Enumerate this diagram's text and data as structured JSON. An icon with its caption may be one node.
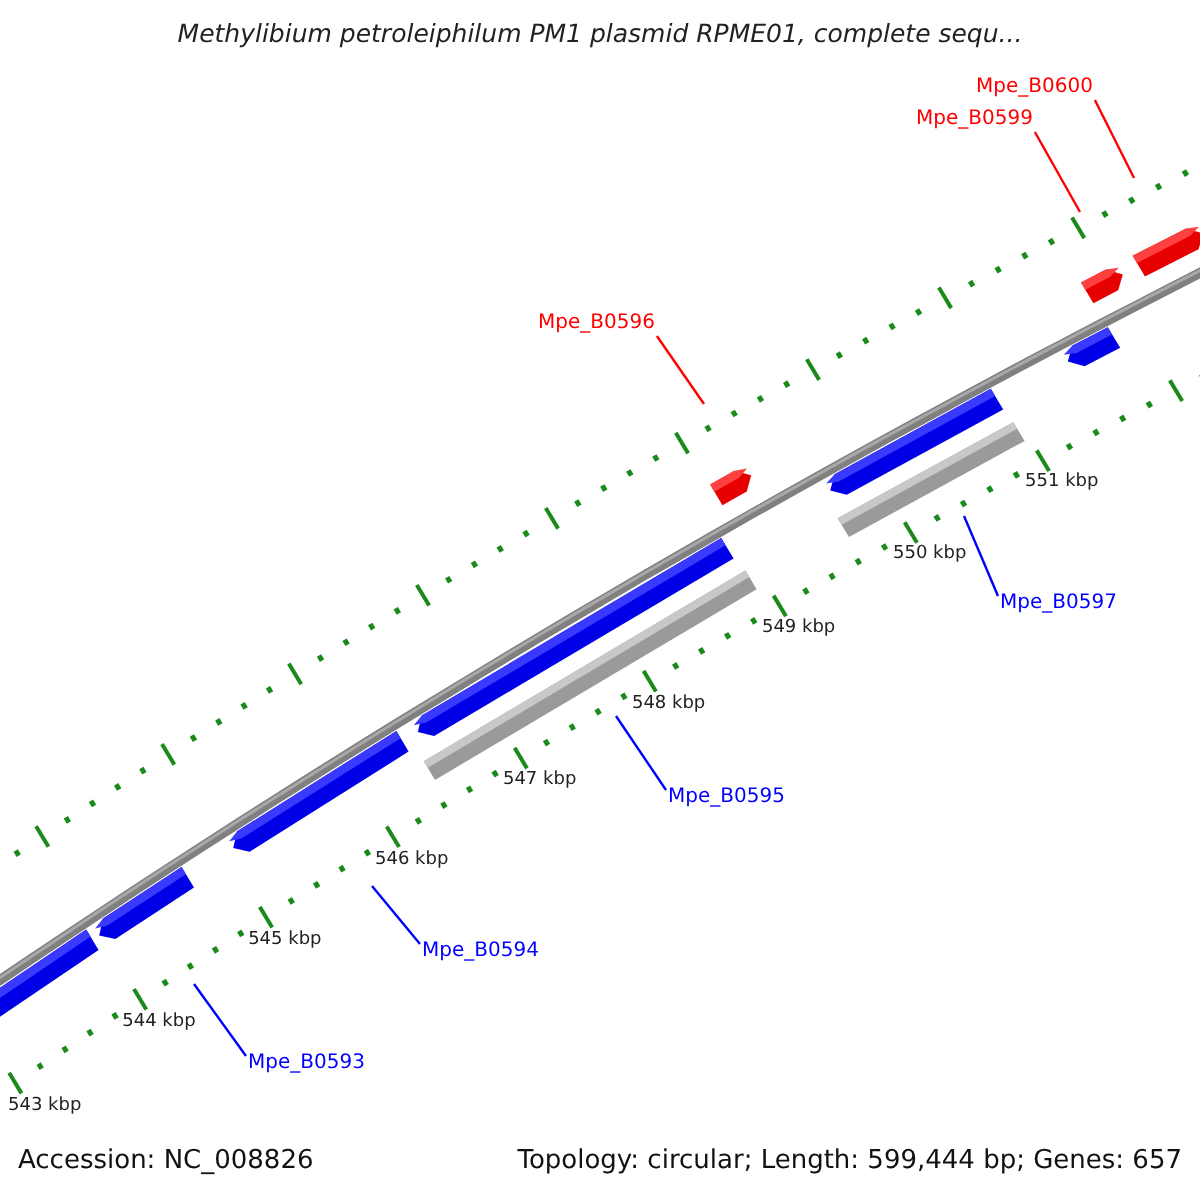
{
  "diagram": {
    "title": "Methylibium petroleiphilum PM1 plasmid RPME01, complete sequ...",
    "nodes": [
      {
        "text": [
          "Mpe_B0600"
        ]
      },
      {
        "text": [
          "Mpe_B0599"
        ]
      },
      {
        "text": [
          "Mpe_B0596"
        ]
      },
      {
        "text": [
          "Mpe_B0597"
        ]
      },
      {
        "text": [
          "Mpe_B0595"
        ]
      },
      {
        "text": [
          "Mpe_B0594"
        ]
      },
      {
        "text": [
          "Mpe_B0593"
        ]
      }
    ],
    "edges": [
      {
        "from": 0,
        "to": null,
        "arrow": "none",
        "color": "#ff0000"
      },
      {
        "from": 1,
        "to": null,
        "arrow": "none",
        "color": "#ff0000"
      },
      {
        "from": 2,
        "to": null,
        "arrow": "none",
        "color": "#ff0000"
      },
      {
        "from": 3,
        "to": null,
        "arrow": "none"
      },
      {
        "from": 4,
        "to": null,
        "arrow": "none"
      },
      {
        "from": 5,
        "to": null,
        "arrow": "none"
      },
      {
        "from": 6,
        "to": null,
        "arrow": "none"
      }
    ],
    "labels": [
      "551 kbp",
      "550 kbp",
      "549 kbp",
      "548 kbp",
      "547 kbp",
      "546 kbp",
      "545 kbp",
      "544 kbp",
      "543 kbp",
      "Accession: NC_008826",
      "Topology: circular; Length: 599,444 bp; Genes: 657"
    ]
  }
}
